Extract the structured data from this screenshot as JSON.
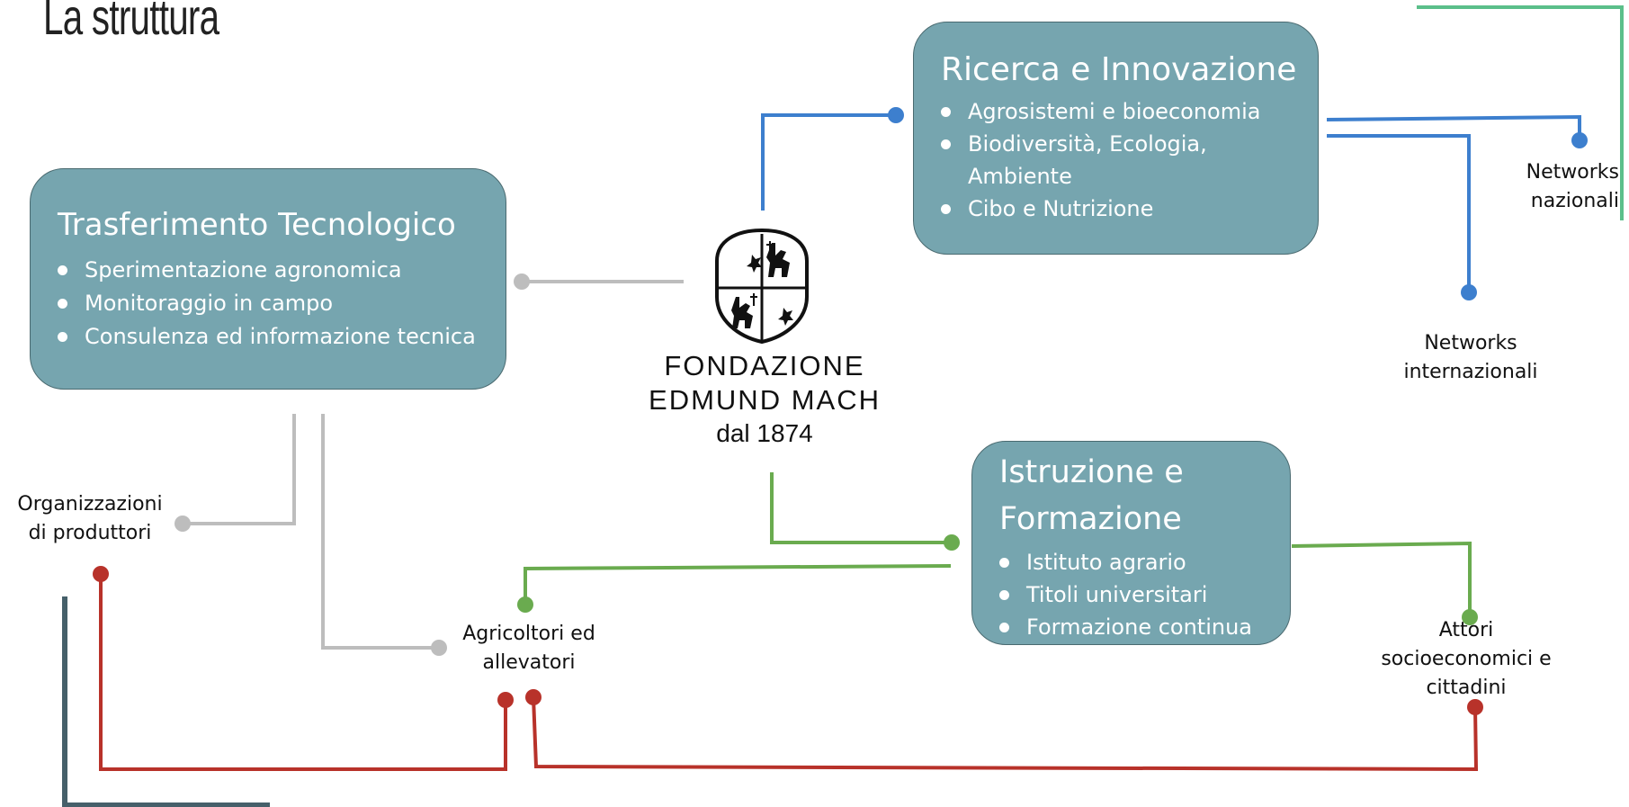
{
  "title": "La struttura",
  "logo": {
    "line1": "FONDAZIONE",
    "line2": "EDMUND MACH",
    "line3": "dal 1874"
  },
  "boxes": {
    "trasferimento": {
      "title": "Trasferimento Tecnologico",
      "items": [
        "Sperimentazione agronomica",
        "Monitoraggio in campo",
        "Consulenza ed informazione tecnica"
      ]
    },
    "ricerca": {
      "title": "Ricerca e Innovazione",
      "items": [
        "Agrosistemi e bioeconomia",
        "Biodiversità, Ecologia, Ambiente",
        "Cibo e Nutrizione"
      ]
    },
    "istruzione": {
      "title_line1": "Istruzione e",
      "title_line2": "Formazione",
      "items": [
        "Istituto agrario",
        "Titoli universitari",
        "Formazione continua"
      ]
    }
  },
  "labels": {
    "networks_nazionali": [
      "Networks",
      "nazionali"
    ],
    "networks_internazionali": [
      "Networks",
      "internazionali"
    ],
    "organizzazioni": [
      "Organizzazioni",
      "di produttori"
    ],
    "agricoltori": [
      "Agricoltori ed",
      "allevatori"
    ],
    "attori": [
      "Attori",
      "socioeconomici e",
      "cittadini"
    ]
  },
  "colors": {
    "box_fill": "#76a5af",
    "blue": "#3d7fce",
    "green": "#6aab4f",
    "gray": "#bdbdbd",
    "red": "#b8322a",
    "dark_slate": "#46606a",
    "teal_green": "#5bbf8a"
  }
}
